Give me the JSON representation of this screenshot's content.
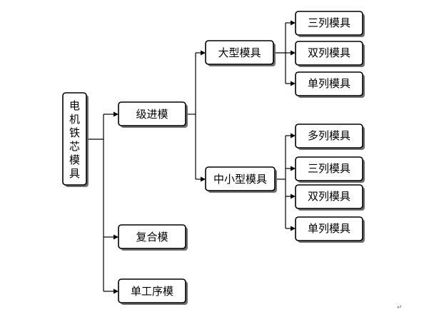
{
  "root": {
    "label": "电机铁芯模具"
  },
  "level1": {
    "progressive": "级进模",
    "compound": "复合模",
    "single": "单工序模"
  },
  "level2": {
    "large": "大型模具",
    "medium_small": "中小型模具"
  },
  "large_children": [
    "三列模具",
    "双列模具",
    "单列模具"
  ],
  "medium_small_children": [
    "多列模具",
    "三列模具",
    "双列模具",
    "单列模具"
  ],
  "paragraph_mark": "↵"
}
